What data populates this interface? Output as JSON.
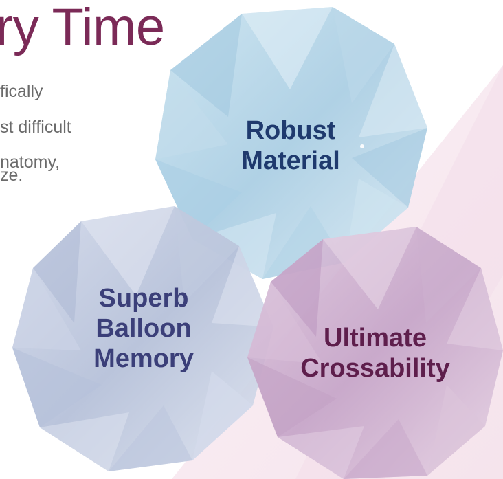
{
  "header": {
    "title": "ry Time"
  },
  "intro": {
    "lines": [
      "fically",
      "st difficult",
      "natomy,",
      "ze."
    ]
  },
  "features": [
    {
      "lines": [
        "Robust",
        "Material"
      ],
      "color": "#1f3a6e",
      "icon": "crystal-gem-icon"
    },
    {
      "lines": [
        "Superb",
        "Balloon",
        "Memory"
      ],
      "color": "#3b3f79",
      "icon": "crystal-gem-icon"
    },
    {
      "lines": [
        "Ultimate",
        "Crossability"
      ],
      "color": "#5e1e4c",
      "icon": "crystal-gem-icon"
    }
  ],
  "colors": {
    "title": "#7b2a57",
    "body_text": "#6b6b6b",
    "gem_blue": "#a9cde2",
    "gem_lavender": "#b9c3dc",
    "gem_mauve": "#c8a8cb",
    "background_wedge": "#f6e6ee"
  }
}
